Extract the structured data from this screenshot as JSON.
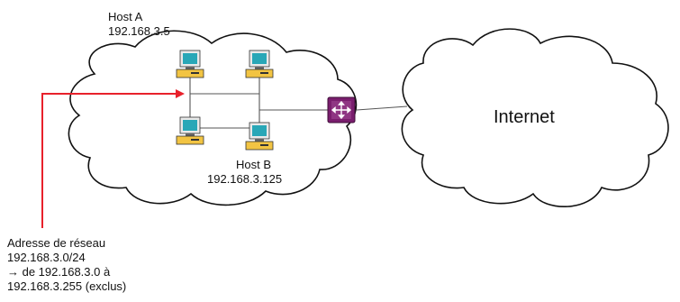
{
  "host_a": {
    "name": "Host A",
    "ip": "192.168.3.5"
  },
  "host_b": {
    "name": "Host B",
    "ip": "192.168.3.125"
  },
  "internet": {
    "label": "Internet"
  },
  "network_note": {
    "line1": "Adresse de réseau",
    "line2": "192.168.3.0/24",
    "line3": "→ de 192.168.3.0 à",
    "line4": "192.168.3.255 (exclus)"
  },
  "icons": {
    "computer": "computer-icon",
    "router": "router-icon",
    "cloud": "cloud-shape"
  },
  "colors": {
    "arrow": "#e8212b",
    "router": "#7a1e6e",
    "computer_screen": "#29a7b7",
    "computer_base": "#f2c443"
  }
}
